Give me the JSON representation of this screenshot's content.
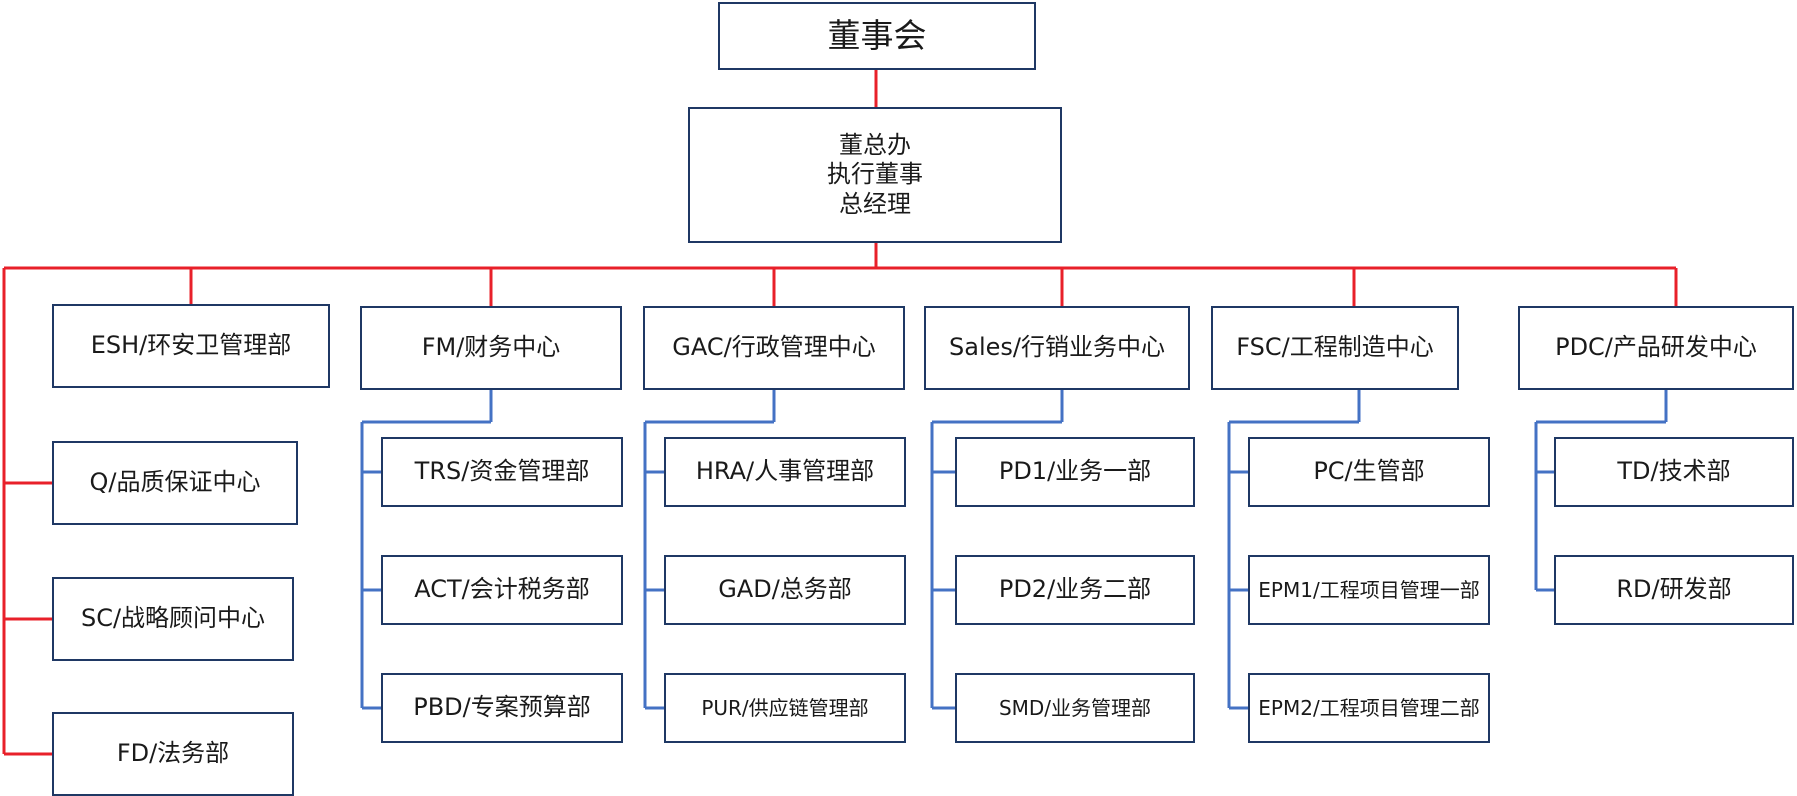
{
  "colors": {
    "trunk_line": "#e8202a",
    "branch_line": "#4472c4",
    "box_border": "#1f3864"
  },
  "board": {
    "label": "董事会"
  },
  "executive": {
    "lines": [
      "董总办",
      "执行董事",
      "总经理"
    ]
  },
  "staff_units": [
    {
      "label": "ESH/环安卫管理部"
    },
    {
      "label": "Q/品质保证中心"
    },
    {
      "label": "SC/战略顾问中心"
    },
    {
      "label": "FD/法务部"
    }
  ],
  "centers": [
    {
      "label": "FM/财务中心",
      "departments": [
        "TRS/资金管理部",
        "ACT/会计税务部",
        "PBD/专案预算部"
      ]
    },
    {
      "label": "GAC/行政管理中心",
      "departments": [
        "HRA/人事管理部",
        "GAD/总务部",
        "PUR/供应链管理部"
      ]
    },
    {
      "label": "Sales/行销业务中心",
      "departments": [
        "PD1/业务一部",
        "PD2/业务二部",
        "SMD/业务管理部"
      ]
    },
    {
      "label": "FSC/工程制造中心",
      "departments": [
        "PC/生管部",
        "EPM1/工程项目管理一部",
        "EPM2/工程项目管理二部"
      ]
    },
    {
      "label": "PDC/产品研发中心",
      "departments": [
        "TD/技术部",
        "RD/研发部"
      ]
    }
  ]
}
